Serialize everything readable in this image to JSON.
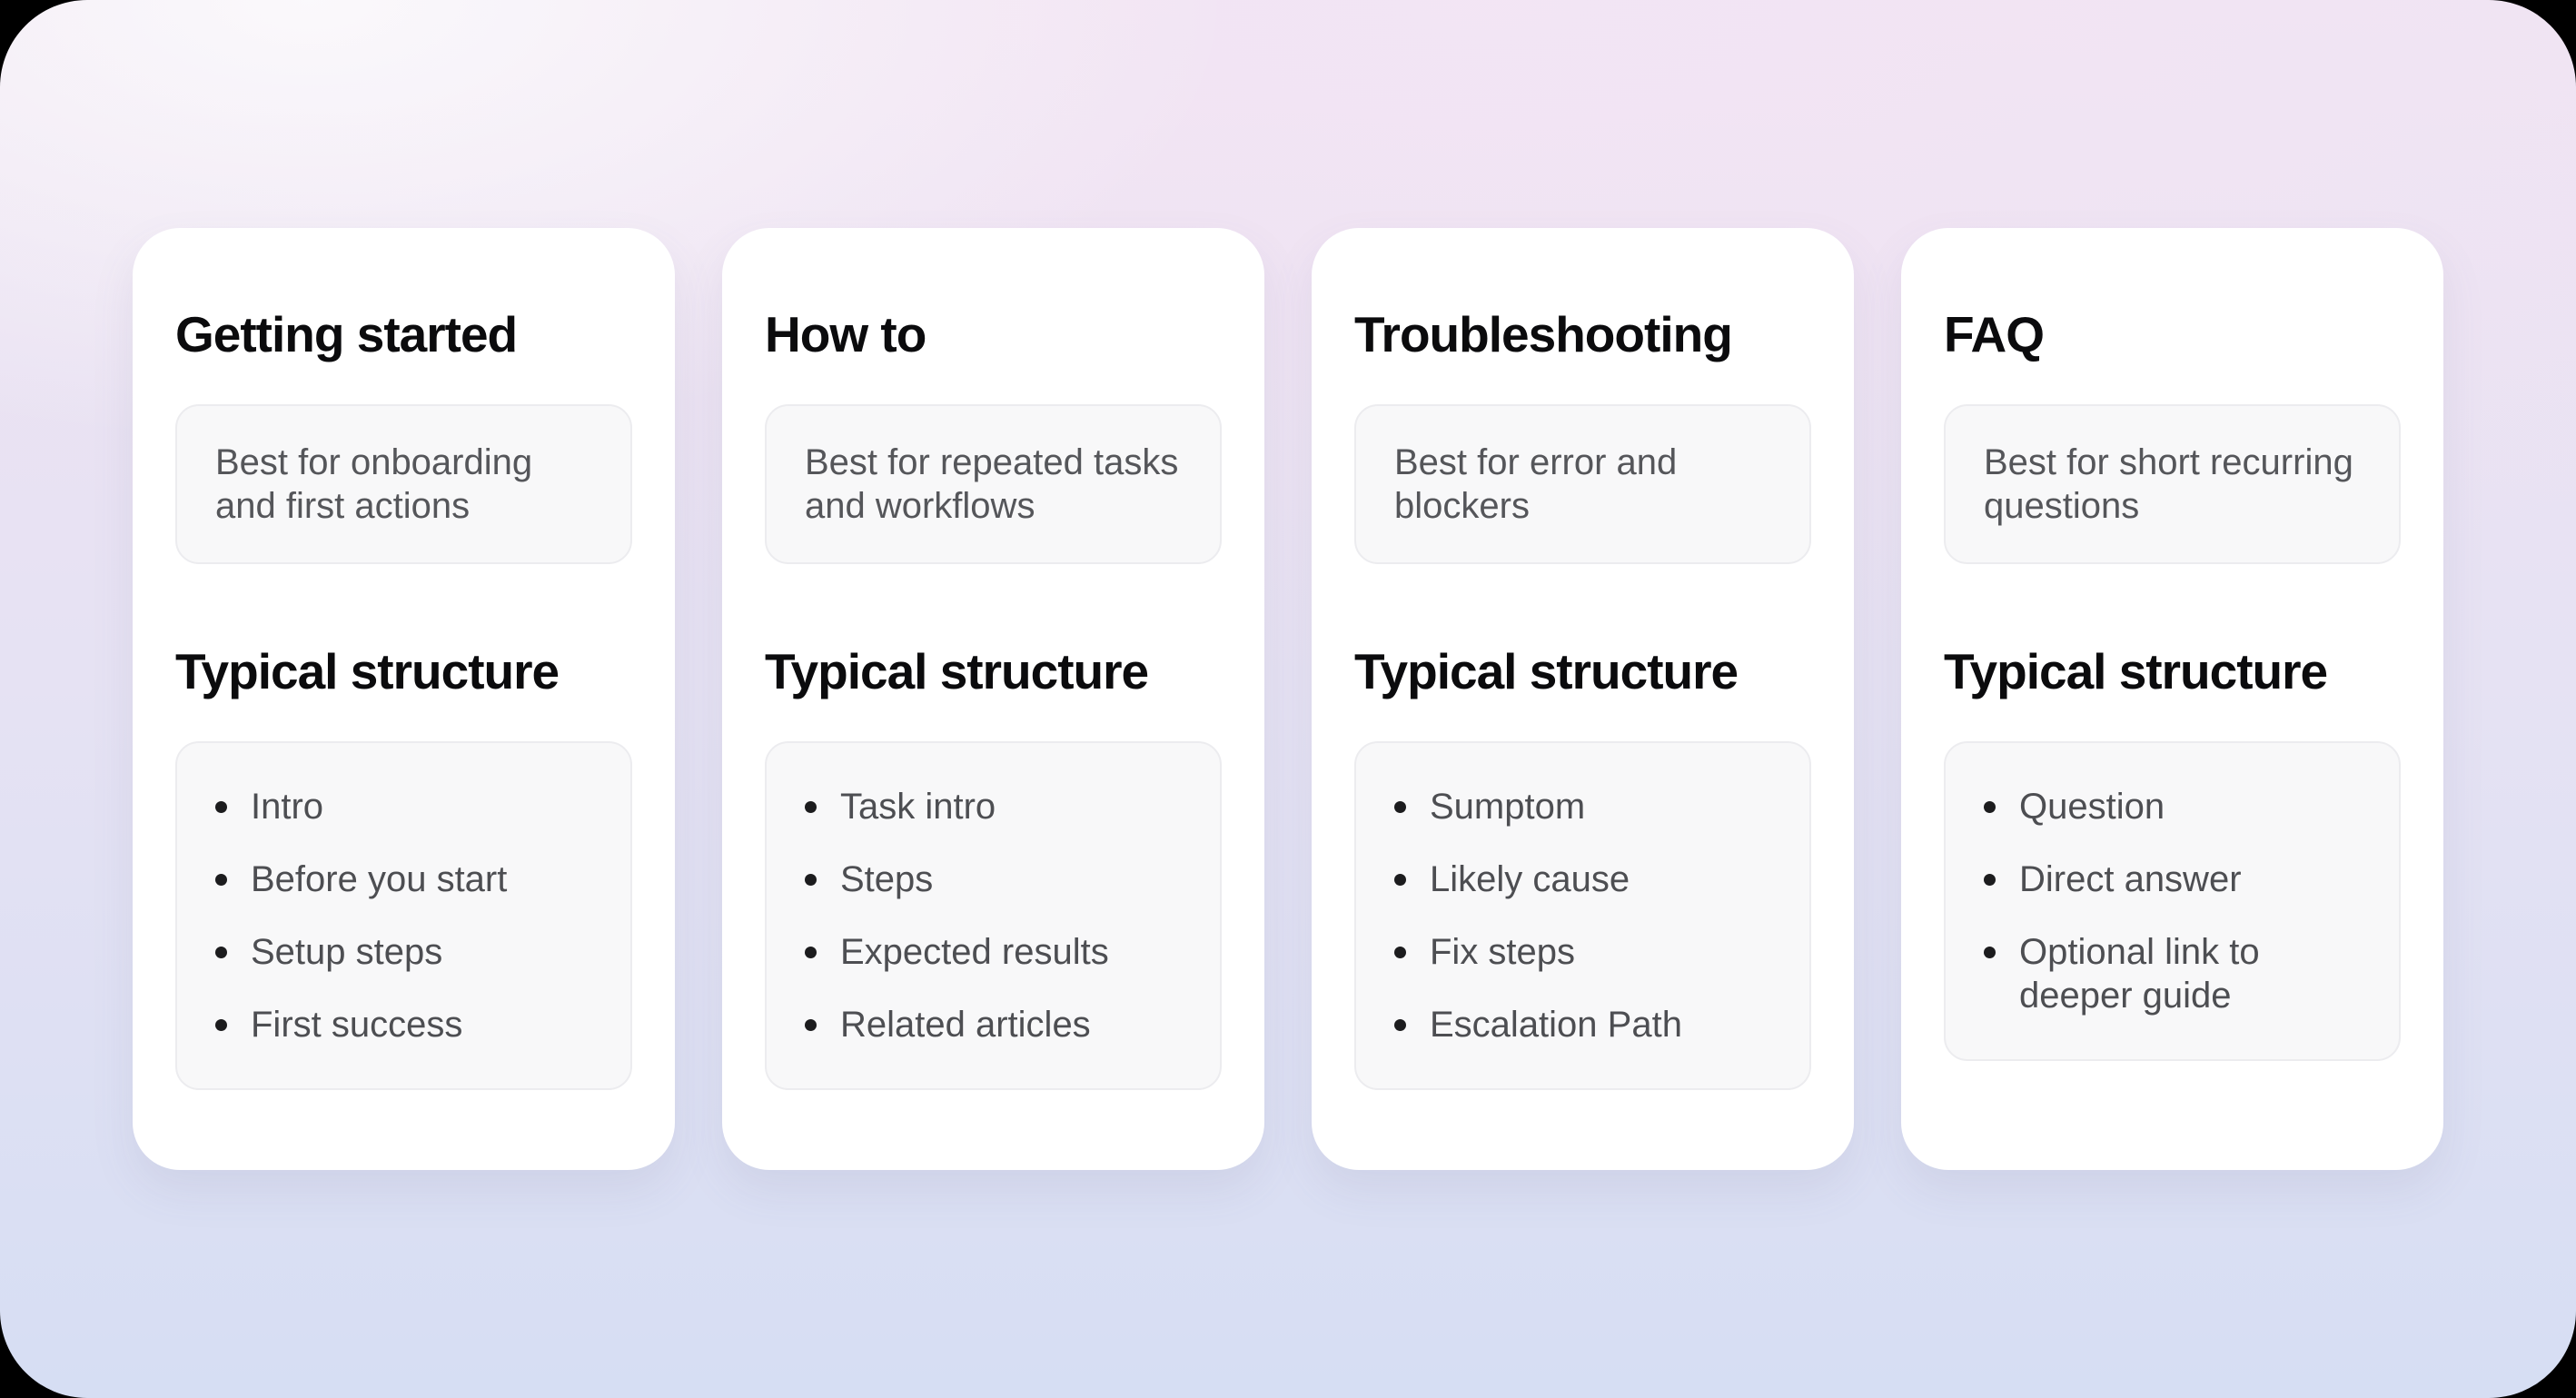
{
  "background": {
    "top_highlight": "#fbfafc",
    "top_pink": "#f3e5f4",
    "bottom_blue": "#d6def3",
    "card_bg": "#ffffff",
    "box_bg": "#f8f8f9",
    "box_border": "#ececef",
    "heading_color": "#0b0b0d",
    "body_color": "#55565a"
  },
  "cards": [
    {
      "title": "Getting started",
      "best_for": "Best for onboarding and first actions",
      "section_heading": "Typical structure",
      "items": [
        "Intro",
        "Before you start",
        "Setup steps",
        "First success"
      ]
    },
    {
      "title": "How to",
      "best_for": "Best for repeated tasks and workflows",
      "section_heading": "Typical structure",
      "items": [
        "Task intro",
        "Steps",
        "Expected results",
        "Related articles"
      ]
    },
    {
      "title": "Troubleshooting",
      "best_for": "Best for error and blockers",
      "section_heading": "Typical structure",
      "items": [
        "Sumptom",
        "Likely cause",
        "Fix steps",
        "Escalation Path"
      ]
    },
    {
      "title": "FAQ",
      "best_for": "Best for short recurring questions",
      "section_heading": "Typical structure",
      "items": [
        "Question",
        "Direct answer",
        "Optional link to deeper guide"
      ]
    }
  ]
}
